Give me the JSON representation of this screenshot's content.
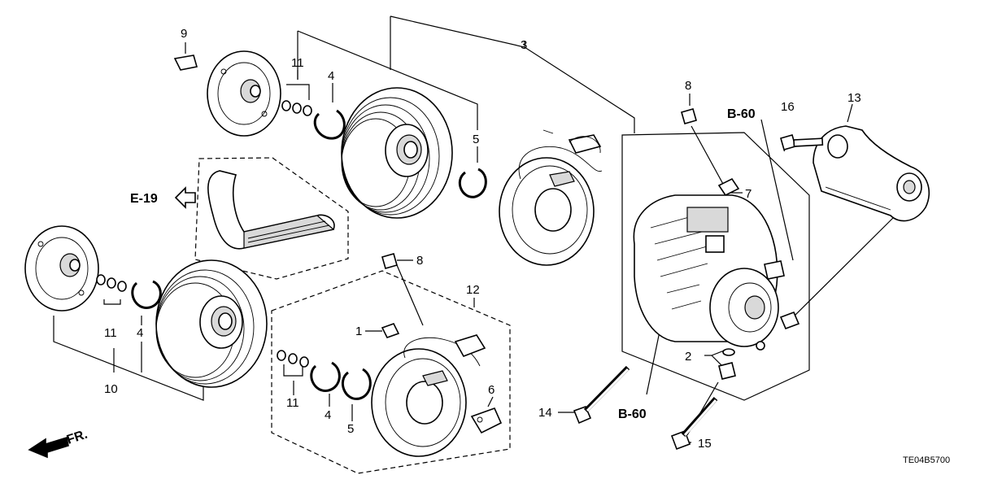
{
  "labels": {
    "c1": "1",
    "c2": "2",
    "c3": "3",
    "c4a": "4",
    "c4b": "4",
    "c4c": "4",
    "c5a": "5",
    "c5b": "5",
    "c6": "6",
    "c7": "7",
    "c8a": "8",
    "c8b": "8",
    "c9": "9",
    "c10": "10",
    "c11a": "11",
    "c11b": "11",
    "c11c": "11",
    "c12": "12",
    "c13": "13",
    "c14": "14",
    "c15": "15",
    "c16": "16"
  },
  "refs": {
    "e19": "E-19",
    "b60_top": "B-60",
    "b60_bottom": "B-60",
    "front": "FR."
  },
  "diagram_code": "TE04B5700"
}
